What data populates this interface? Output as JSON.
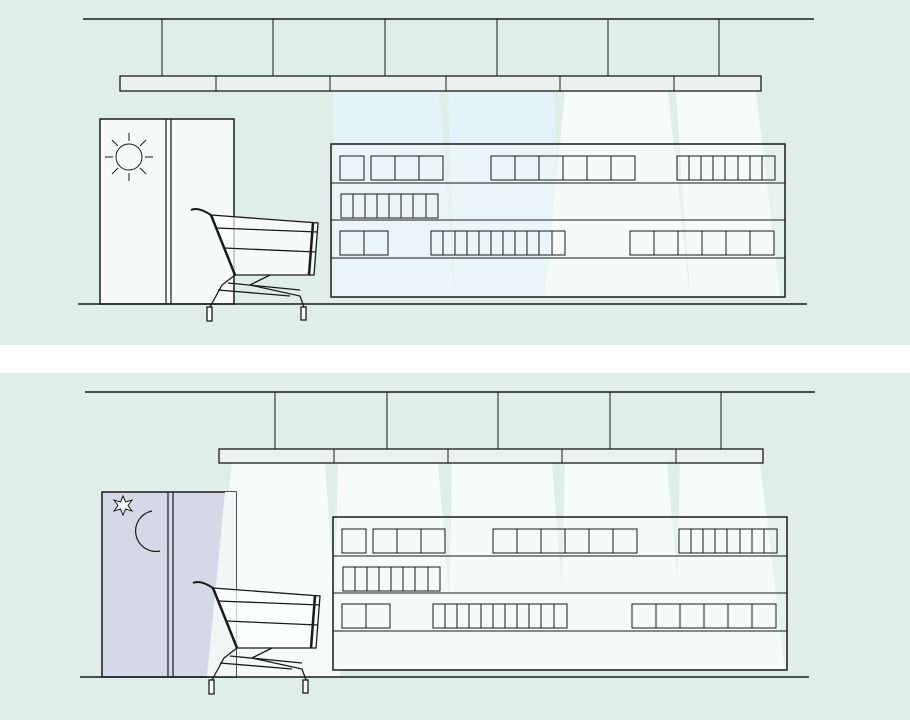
{
  "colors": {
    "panel_bg": "#dfeee9",
    "gap": "#ffffff",
    "line": "#1a1a1a",
    "fixture_fill": "#e9f2ef",
    "shelf_fill": "#f4f9f7",
    "beam_cool": "#e4f3f8",
    "beam_white": "#f7fbfa",
    "window_day": "#f7faf9",
    "window_night": "#d3d9e6",
    "window_light": "#f2f7f6"
  },
  "icons": {
    "day_panel_icon": "sun-icon",
    "night_panel_icons": [
      "star-icon",
      "crescent-moon-icon"
    ],
    "scene_objects": [
      "ceiling-light-fixture",
      "store-shelf",
      "shopping-cart",
      "window"
    ]
  },
  "panels": [
    {
      "id": "day",
      "window_tint": "day",
      "sky_icon": "sun-icon"
    },
    {
      "id": "night",
      "window_tint": "night",
      "sky_icon": "crescent-moon-icon"
    }
  ]
}
